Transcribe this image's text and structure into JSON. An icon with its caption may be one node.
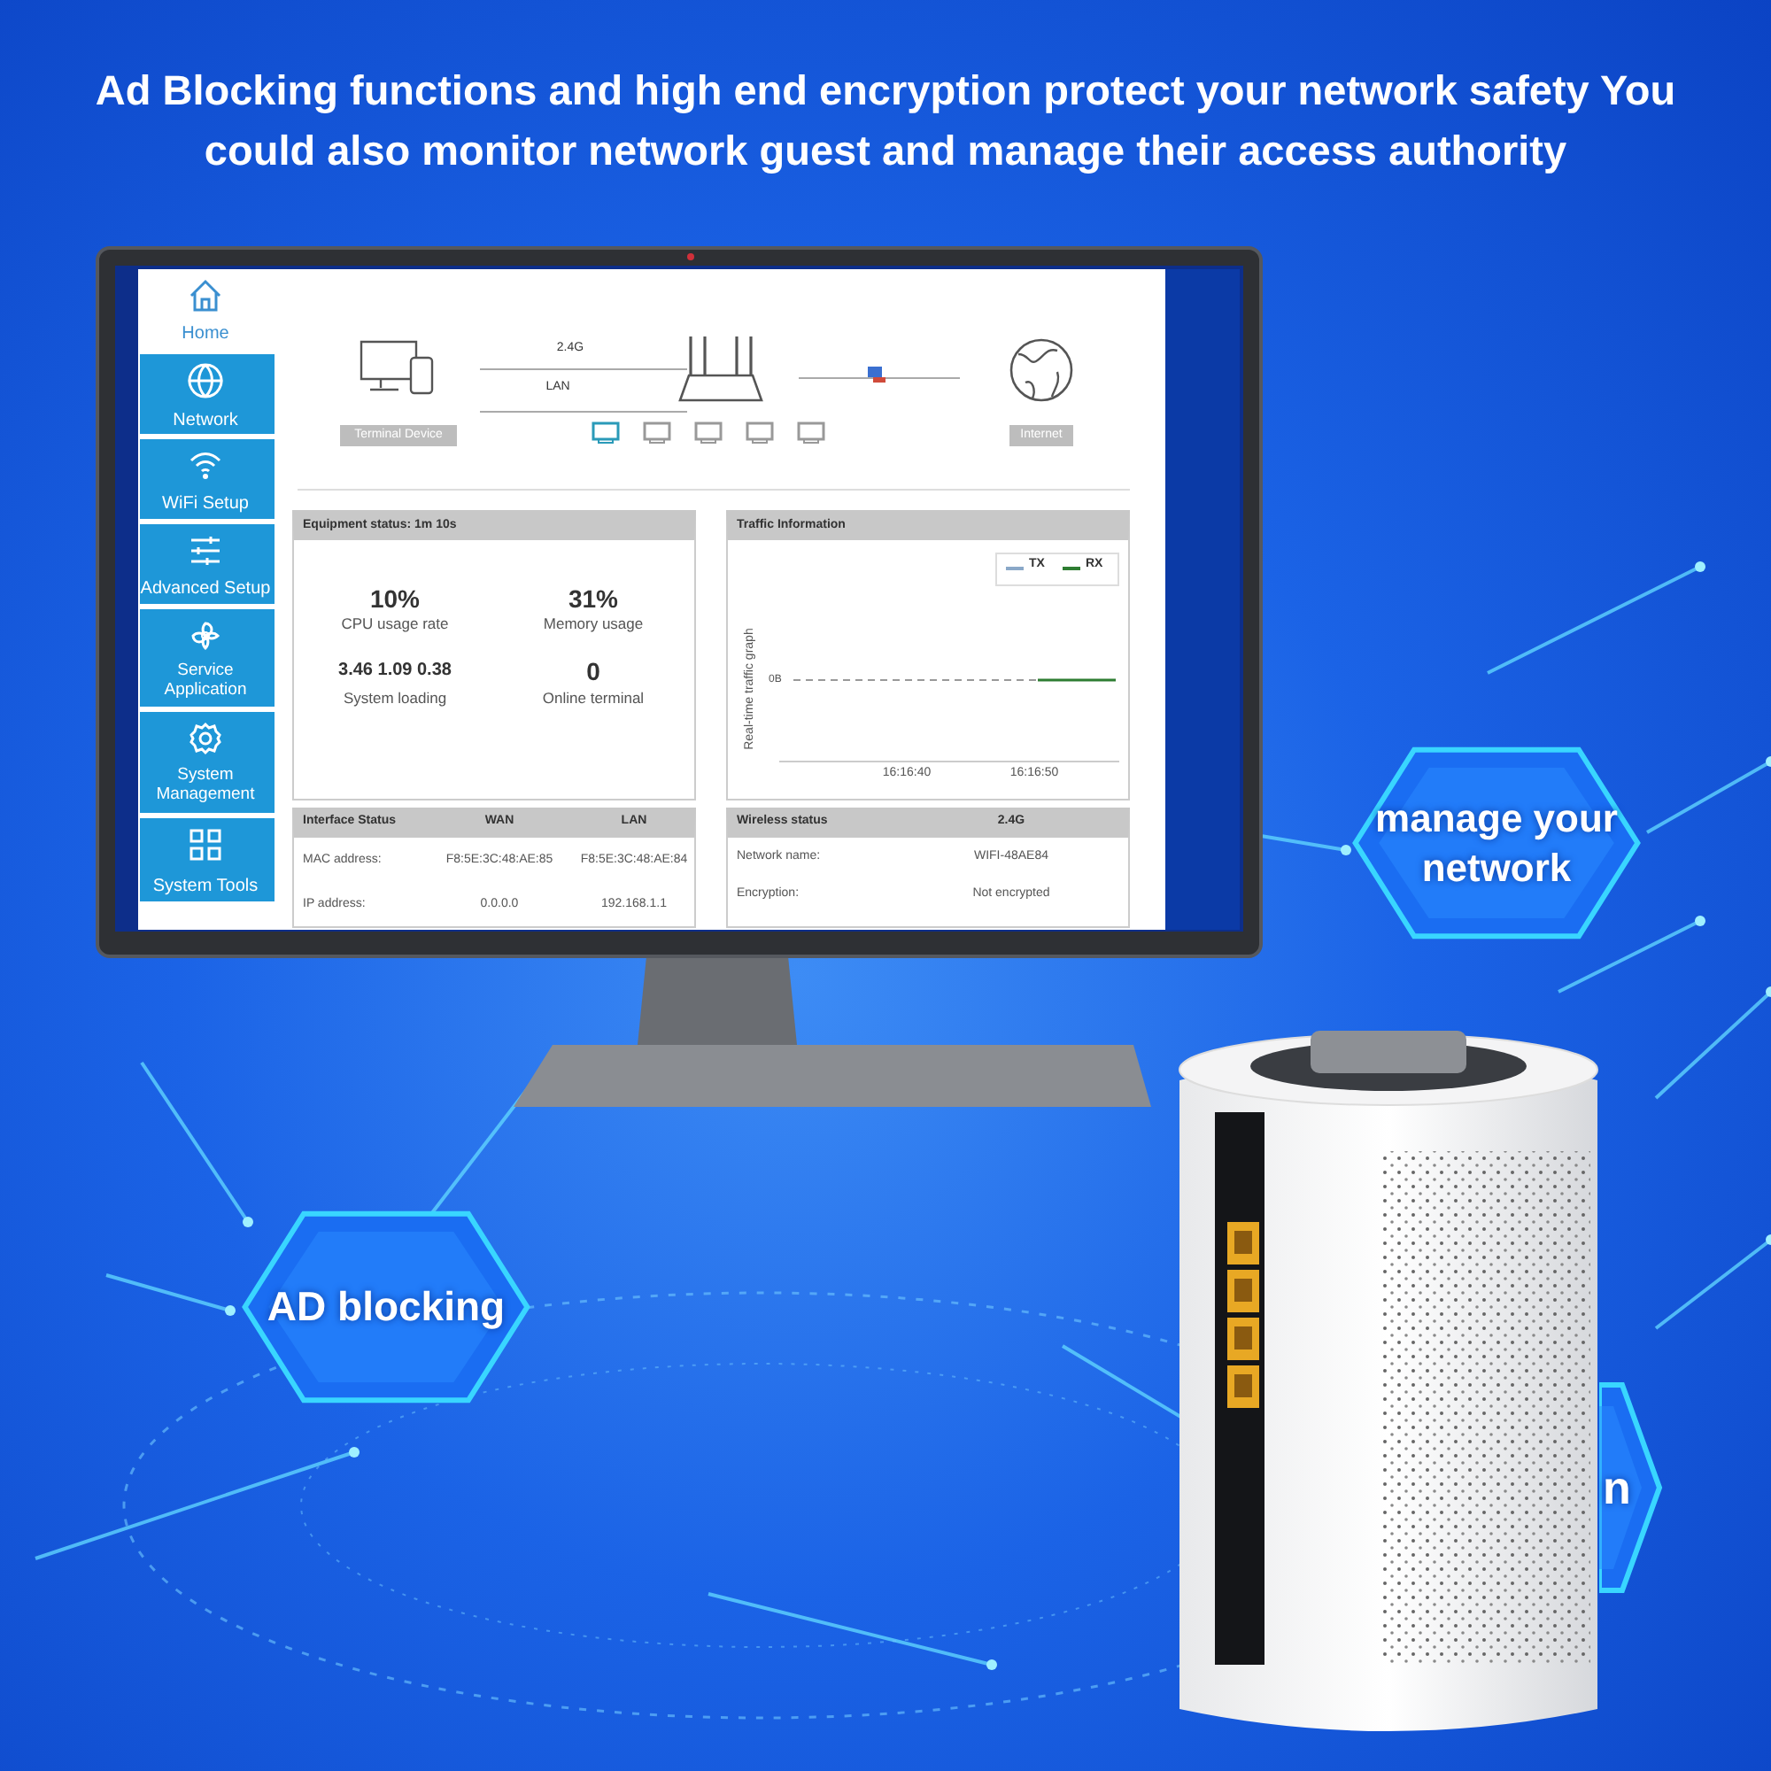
{
  "diagram": {
    "title": "Ad Blocking functions and high end encryption protect your network safety You could also monitor network guest and manage their access authority",
    "nodes": [
      {
        "text": [
          "manage your network"
        ]
      },
      {
        "text": [
          "AD blocking"
        ]
      },
      {
        "text": [
          "n"
        ]
      }
    ],
    "labels": [
      "Home",
      "Network",
      "WiFi Setup",
      "Advanced Setup",
      "Service Application",
      "System Management",
      "System Tools",
      "2.4G",
      "LAN",
      "Terminal Device",
      "Internet",
      "Equipment status:  1m 10s",
      "10%",
      "CPU usage rate",
      "31%",
      "Memory usage",
      "3.46 1.09 0.38",
      "System loading",
      "0",
      "Online terminal",
      "Traffic Information",
      "Real-time traffic graph",
      "0B",
      "16:16:40",
      "16:16:50",
      "Interface Status",
      "WAN",
      "LAN",
      "MAC address:",
      "F8:5E:3C:48:AE:85",
      "F8:5E:3C:48:AE:84",
      "IP address:",
      "0.0.0.0",
      "192.168.1.1",
      "Wireless status",
      "2.4G",
      "Network name:",
      "WIFI-48AE84",
      "Encryption:",
      "Not encrypted"
    ],
    "legend": [
      {
        "text": "TX"
      },
      {
        "text": "RX"
      }
    ]
  }
}
